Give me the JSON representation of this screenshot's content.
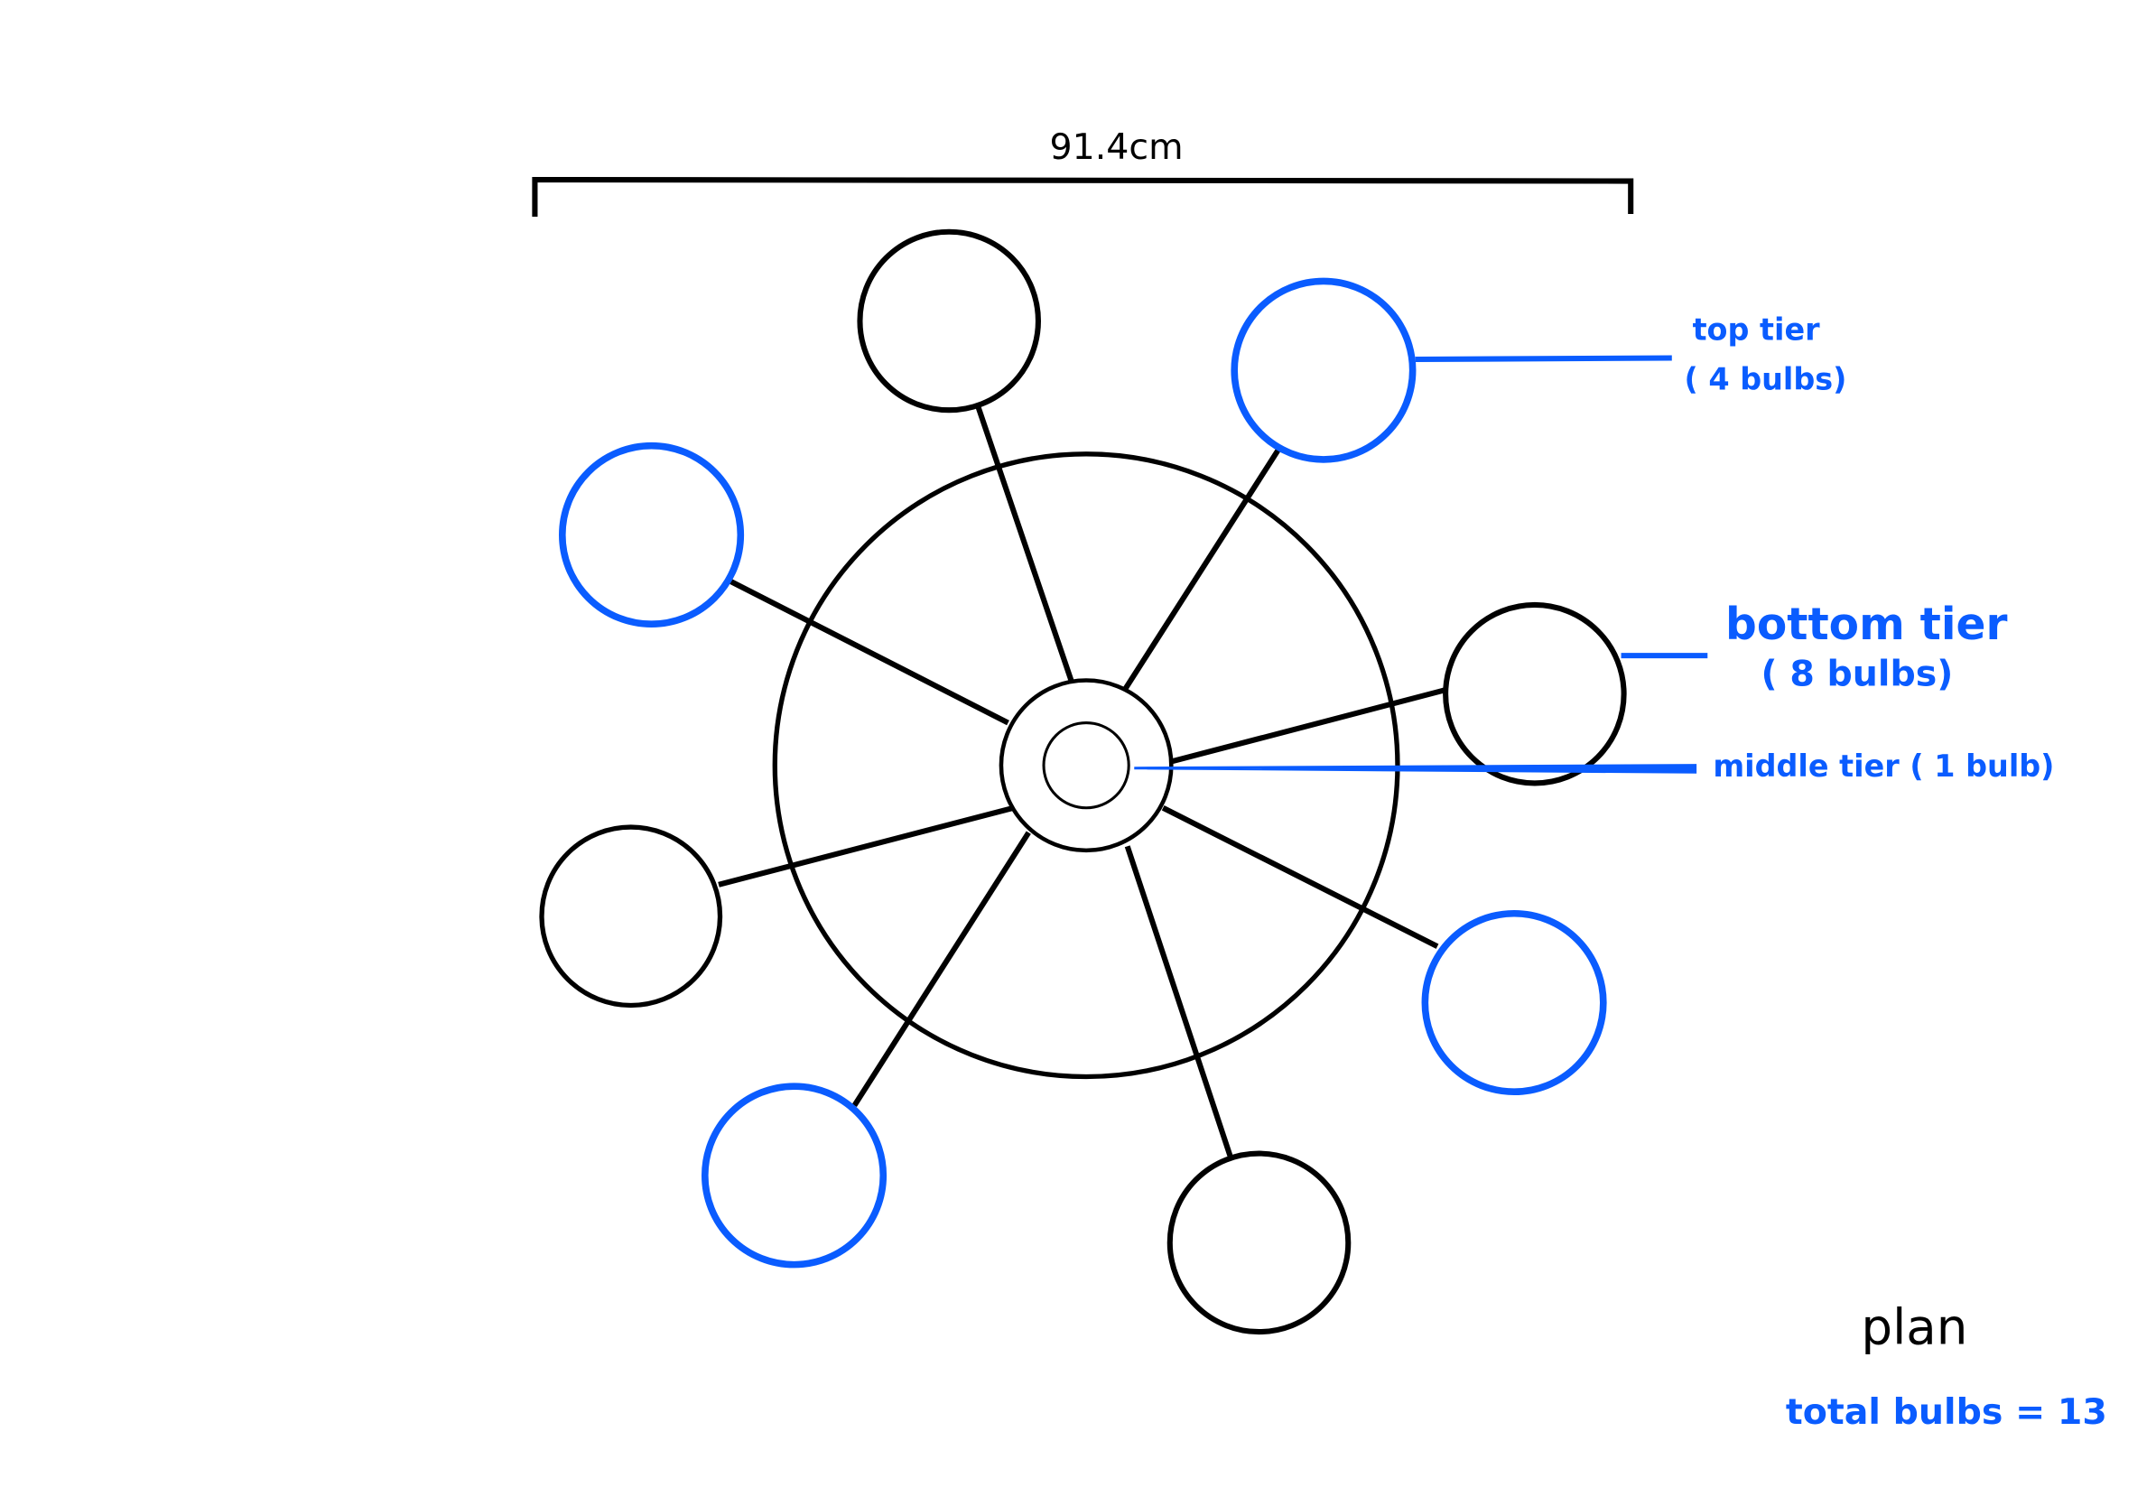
{
  "dimension": {
    "label": "91.4cm"
  },
  "labels": {
    "top_tier_line1": "top tier",
    "top_tier_line2": "( 4 bulbs)",
    "bottom_tier_line1": "bottom tier",
    "bottom_tier_line2": "( 8 bulbs)",
    "middle_tier": "middle tier ( 1 bulb)",
    "view": "plan",
    "total": "total bulbs = 13"
  },
  "colors": {
    "ink": "#000000",
    "accent": "#0a5cff"
  }
}
